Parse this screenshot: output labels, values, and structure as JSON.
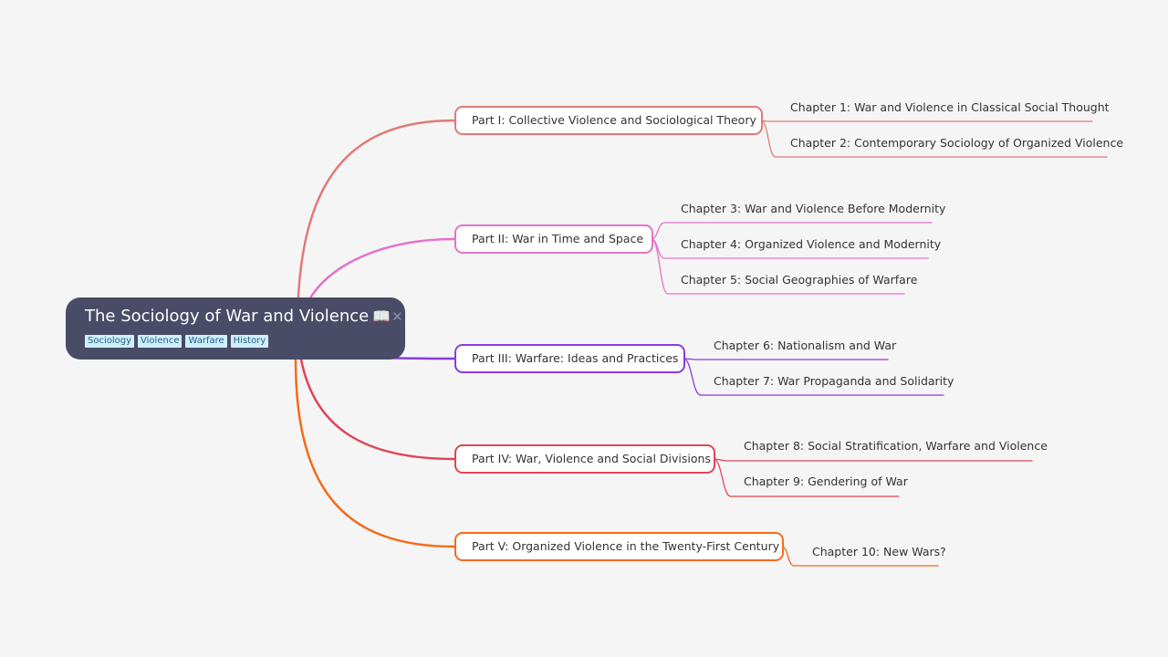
{
  "root": {
    "title": "The Sociology of War and Violence",
    "icon": "open-book-icon",
    "icon_glyph": "📖",
    "close_glyph": "✕",
    "tags": [
      "Sociology",
      "Violence",
      "Warfare",
      "History"
    ]
  },
  "parts": [
    {
      "label": "Part I: Collective Violence and Sociological Theory",
      "color": "#e07a78",
      "chapters": [
        "Chapter 1: War and Violence in Classical Social Thought",
        "Chapter 2: Contemporary Sociology of Organized Violence"
      ]
    },
    {
      "label": "Part II: War in Time and Space",
      "color": "#e572c8",
      "chapters": [
        "Chapter 3: War and Violence Before Modernity",
        "Chapter 4: Organized Violence and Modernity",
        "Chapter 5: Social Geographies of Warfare"
      ]
    },
    {
      "label": "Part III: Warfare: Ideas and Practices",
      "color": "#8a3be0",
      "chapters": [
        "Chapter 6: Nationalism and War",
        "Chapter 7: War Propaganda and Solidarity"
      ]
    },
    {
      "label": "Part IV: War, Violence and Social Divisions",
      "color": "#e04458",
      "chapters": [
        "Chapter 8: Social Stratification, Warfare and Violence",
        "Chapter 9: Gendering of War"
      ]
    },
    {
      "label": "Part V: Organized Violence in the Twenty-First Century",
      "color": "#f36b1c",
      "chapters": [
        "Chapter 10: New Wars?"
      ]
    }
  ]
}
